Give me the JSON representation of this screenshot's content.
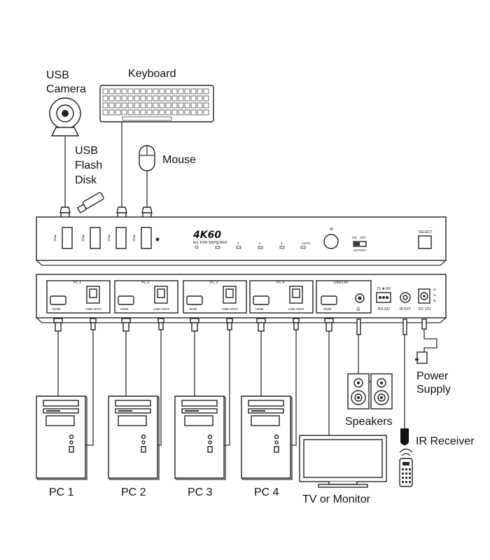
{
  "labels": {
    "usb_camera_1": "USB",
    "usb_camera_2": "Camera",
    "keyboard": "Keyboard",
    "flash_1": "USB",
    "flash_2": "Flash",
    "flash_3": "Disk",
    "mouse": "Mouse",
    "power_1": "Power",
    "power_2": "Supply",
    "speakers": "Speakers",
    "ir_receiver": "IR Receiver",
    "tv_monitor": "TV or Monitor"
  },
  "front_panel": {
    "brand": "4K60",
    "subtitle": "4x1 KVM SWITCHER",
    "leds": [
      "1",
      "2",
      "3",
      "4",
      "AUTO"
    ],
    "ir": "IR",
    "hotkey_on": "ON",
    "hotkey_off": "OFF",
    "hotkey_label": "HOTKEY",
    "select": "SELECT"
  },
  "rear_panel": {
    "groups": [
      {
        "title": "PC 1",
        "hdmi": "HDMI",
        "usb": "USB HOST"
      },
      {
        "title": "PC 2",
        "hdmi": "HDMI",
        "usb": "USB HOST"
      },
      {
        "title": "PC 3",
        "hdmi": "HDMI",
        "usb": "USB HOST"
      },
      {
        "title": "PC 4",
        "hdmi": "HDMI",
        "usb": "USB HOST"
      }
    ],
    "display_title": "DISPLAY",
    "display_hdmi": "HDMI",
    "rs232_top": "TX ✚ RX",
    "rs232": "RS-232",
    "ir_ext": "IR EXT",
    "dc": "DC 12V"
  },
  "pcs": [
    "PC 1",
    "PC 2",
    "PC 3",
    "PC 4"
  ]
}
